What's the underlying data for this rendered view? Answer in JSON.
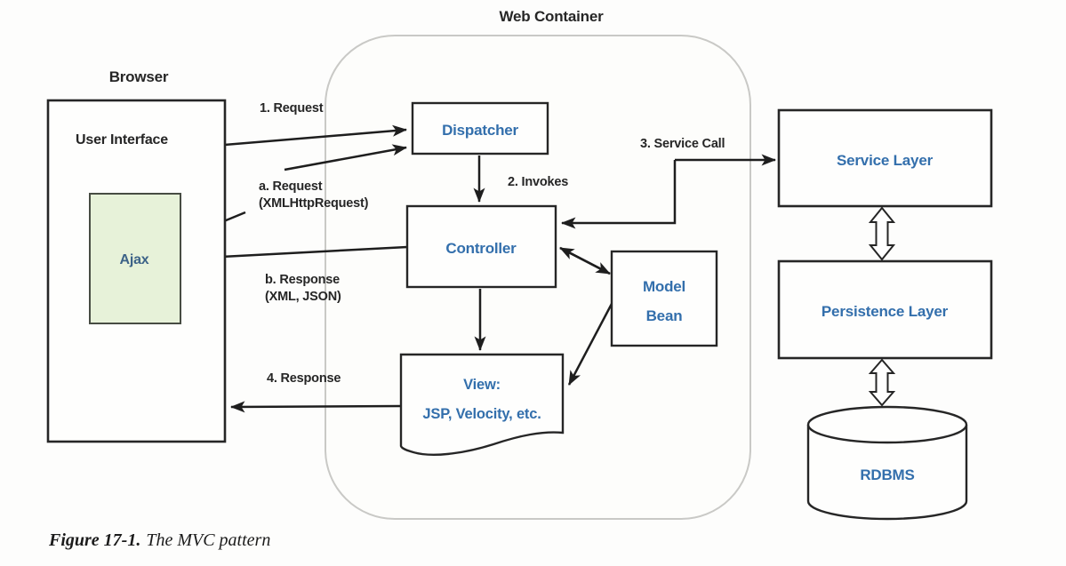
{
  "title": "Web Container",
  "caption": {
    "label": "Figure 17-1.",
    "text": "The MVC pattern"
  },
  "nodes": {
    "browser": "Browser",
    "user_interface": "User Interface",
    "ajax": "Ajax",
    "dispatcher": "Dispatcher",
    "controller": "Controller",
    "model_bean": {
      "line1": "Model",
      "line2": "Bean"
    },
    "view": {
      "line1": "View:",
      "line2": "JSP, Velocity, etc."
    },
    "service_layer": "Service Layer",
    "persistence_layer": "Persistence Layer",
    "rdbms": "RDBMS"
  },
  "arrows": {
    "request": "1. Request",
    "ajax_request": "a. Request",
    "ajax_request_detail": "(XMLHttpRequest)",
    "ajax_response": "b. Response",
    "ajax_response_detail": "(XML, JSON)",
    "invokes": "2. Invokes",
    "service_call": "3. Service Call",
    "response": "4. Response"
  },
  "colors": {
    "component_text": "#336fac",
    "ajax_text": "#3d6388",
    "line": "#1e1e1e",
    "box_border": "#262626",
    "ajax_fill": "#e7f2d9",
    "ajax_border": "#474c43",
    "container_border": "#c9c9c6",
    "box_fill": "#fefefd"
  }
}
